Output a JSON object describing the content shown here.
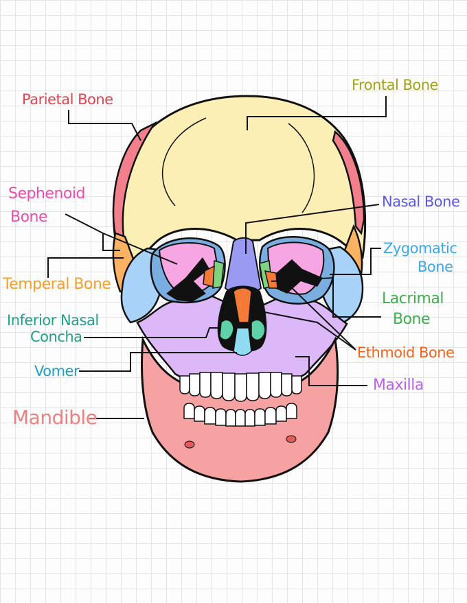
{
  "diagram": {
    "labels": {
      "parietal": {
        "text": "Parietal Bone",
        "color": "#e8414e"
      },
      "frontal": {
        "text": "Frontal Bone",
        "color": "#a3a316"
      },
      "sphenoid": {
        "line1": "Sephenoid",
        "line2": "Bone",
        "color": "#f04bb0"
      },
      "nasal": {
        "text": "Nasal Bone",
        "color": "#5b5be8"
      },
      "zygomatic": {
        "line1": "Zygomatic",
        "line2": "Bone",
        "color": "#3aa8e8"
      },
      "temporal": {
        "text": "Temperal Bone",
        "color": "#f5a02a"
      },
      "lacrimal": {
        "line1": "Lacrimal",
        "line2": "Bone",
        "color": "#3cb04a"
      },
      "inferior_concha": {
        "line1": "Inferior Nasal",
        "line2": "Concha",
        "color": "#1aa388"
      },
      "ethmoid": {
        "text": "Ethmoid Bone",
        "color": "#f2641e"
      },
      "vomer": {
        "text": "Vomer",
        "color": "#1aa0c8"
      },
      "maxilla": {
        "text": "Maxilla",
        "color": "#c060e8"
      },
      "mandible": {
        "text": "Mandible",
        "color": "#f08080"
      }
    },
    "colors": {
      "frontal_fill": "#fbefb6",
      "parietal_fill": "#f2808c",
      "temporal_fill": "#fbb363",
      "sphenoid_fill": "#f6a6e2",
      "zygomatic_fill": "#a8d2f8",
      "nasal_fill": "#9a9af2",
      "maxilla_fill": "#dcb8f8",
      "mandible_fill": "#f6a2a2",
      "ethmoid_fill": "#f47a38",
      "lacrimal_fill": "#7fd27f",
      "concha_fill": "#5ed1a8",
      "vomer_fill": "#8fdcf2",
      "outline": "#111111"
    }
  }
}
